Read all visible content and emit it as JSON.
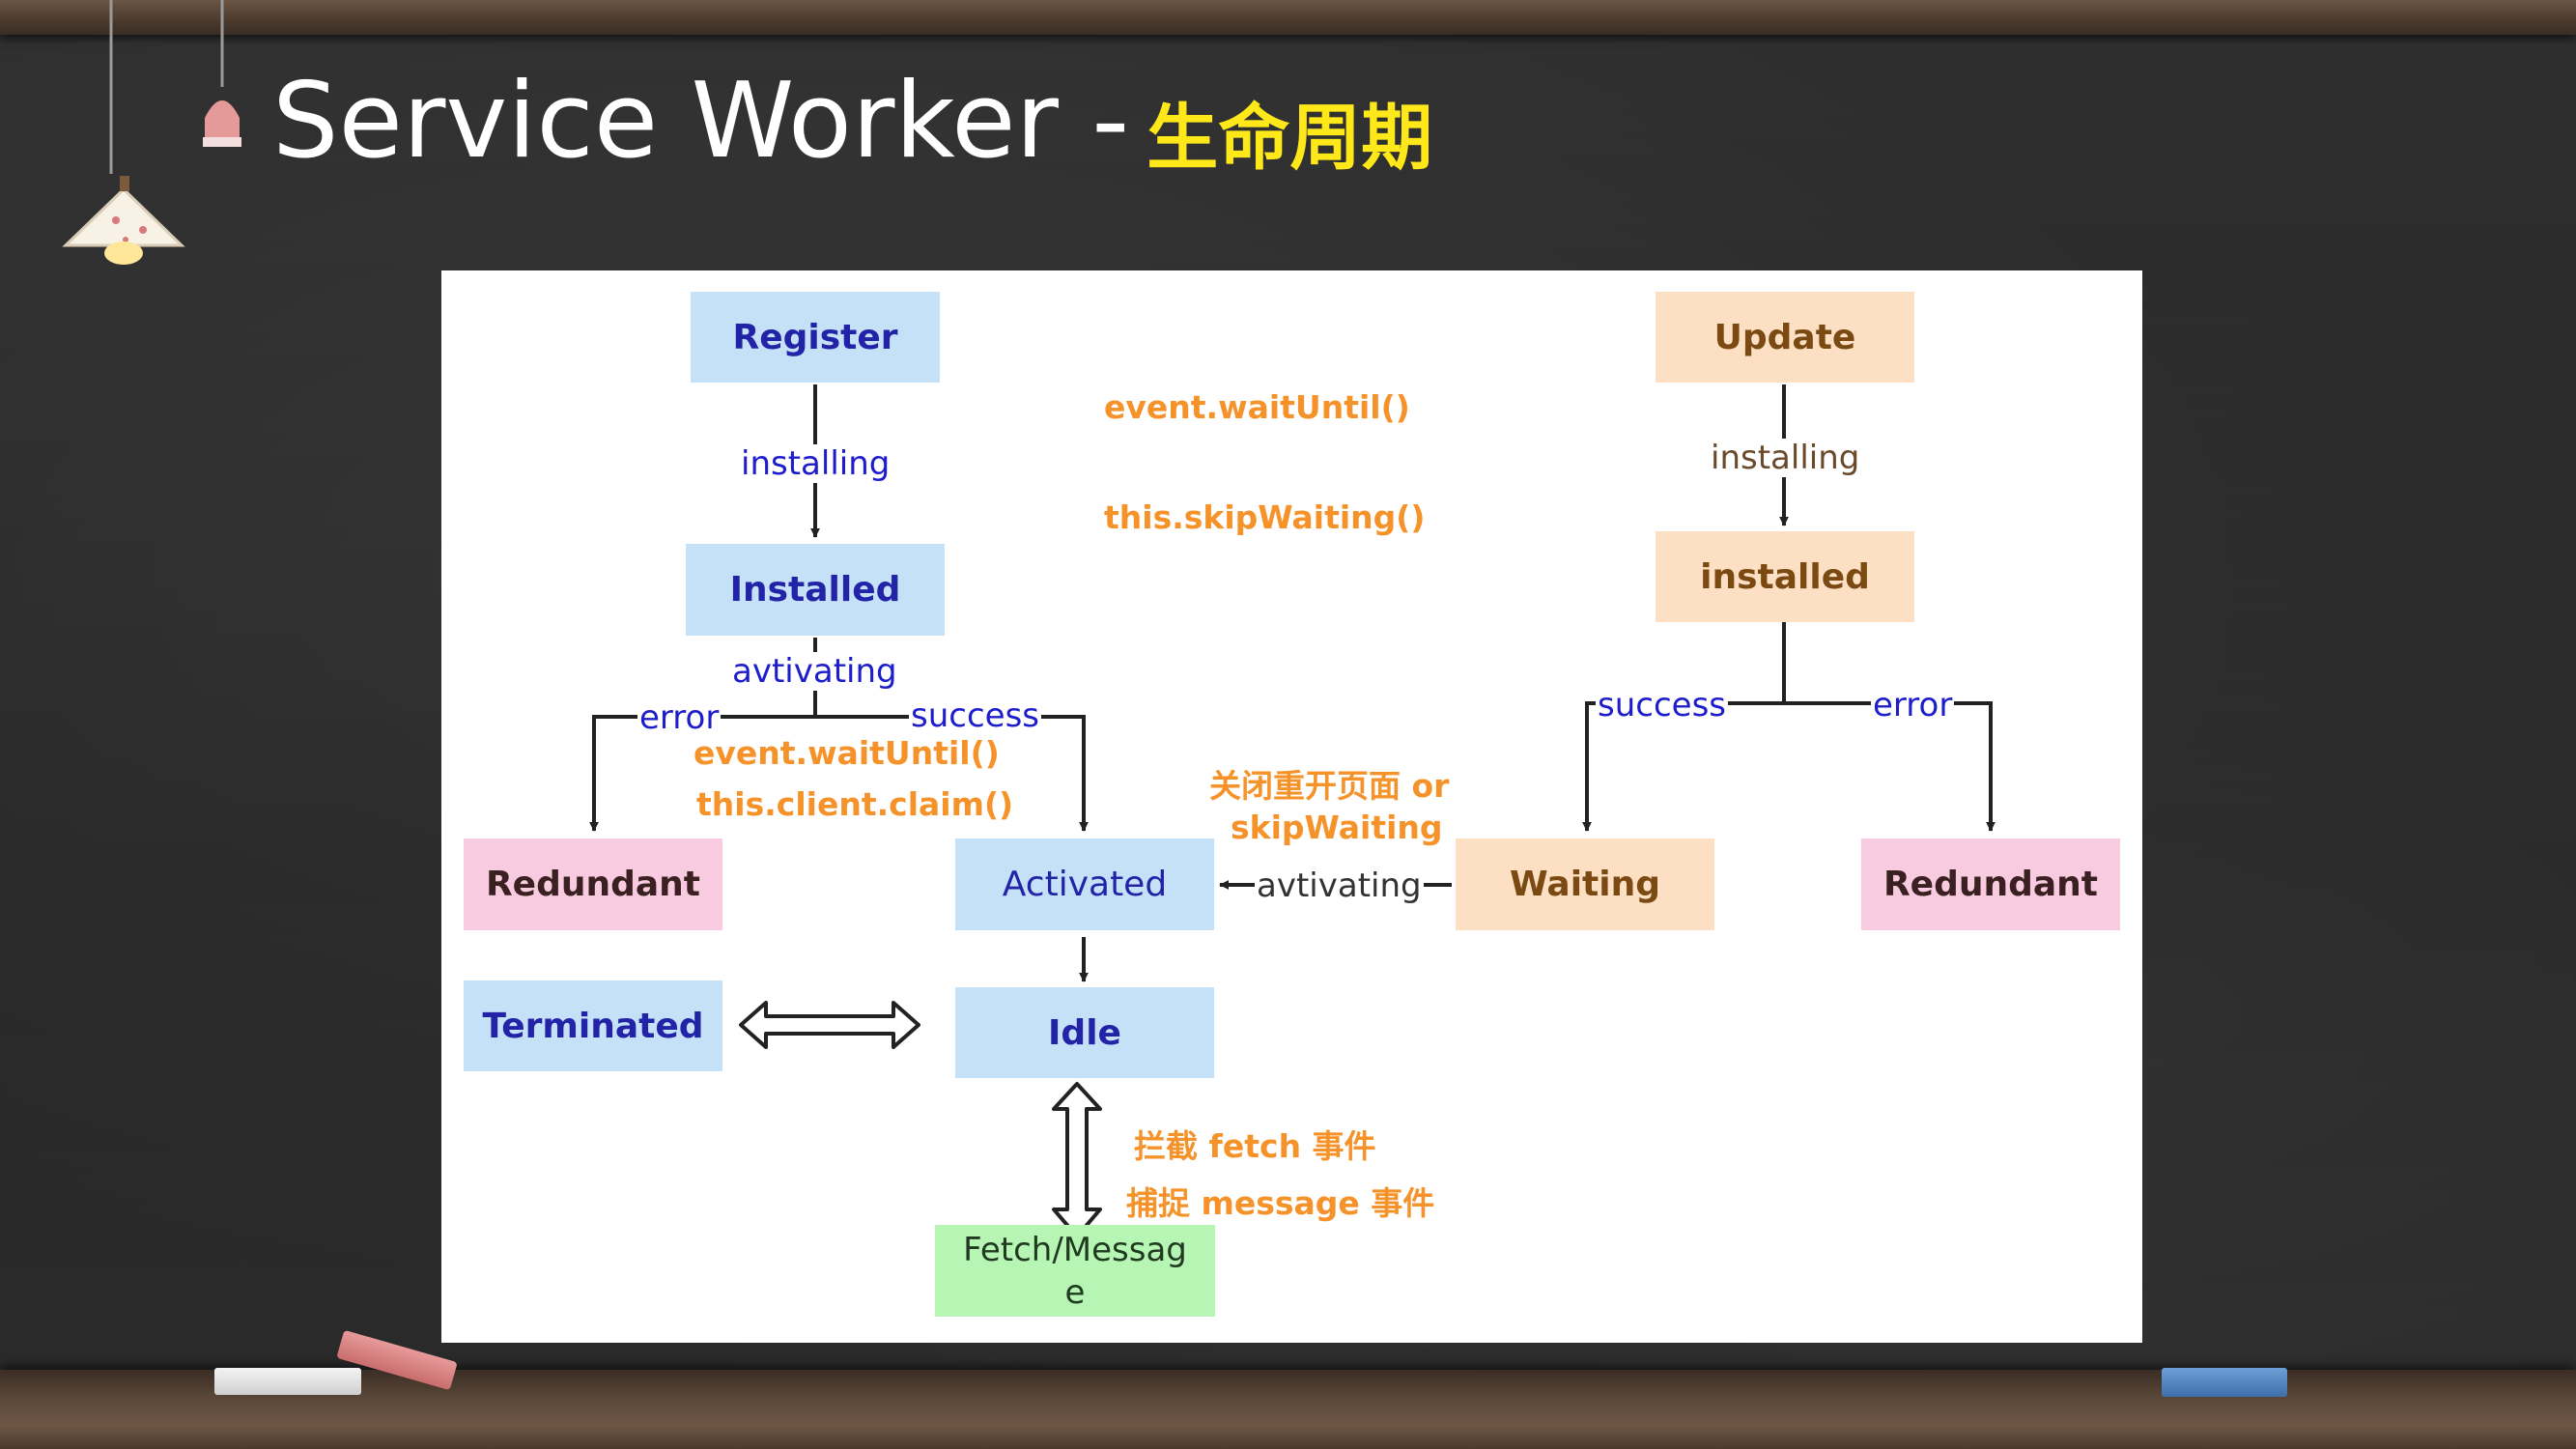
{
  "title": {
    "main": "Service Worker -",
    "zh": "生命周期"
  },
  "colors": {
    "blue_box": "#c5e1f7",
    "peach_box": "#fde0c4",
    "pink_box": "#f9cbe0",
    "green_box": "#b7f5b5",
    "note_orange": "#f5932a",
    "title_yellow": "#ffe81a"
  },
  "nodes": {
    "register": "Register",
    "installed_left": "Installed",
    "redundant_left": "Redundant",
    "activated": "Activated",
    "terminated": "Terminated",
    "idle": "Idle",
    "fetch_message": "Fetch/Messag\ne",
    "update": "Update",
    "installed_right": "installed",
    "waiting": "Waiting",
    "redundant_right": "Redundant"
  },
  "edge_labels": {
    "installing_left": "installing",
    "avtivating_left": "avtivating",
    "error_left": "error",
    "success_left": "success",
    "installing_right": "installing",
    "success_right": "success",
    "error_right": "error",
    "avtivating_right": "avtivating"
  },
  "notes": {
    "wait_until_top": "event.waitUntil()",
    "skip_waiting": "this.skipWaiting()",
    "wait_until_mid": "event.waitUntil()",
    "client_claim": "this.client.claim()",
    "close_reopen": "关闭重开页面 or",
    "skip_waiting_short": "skipWaiting",
    "intercept_fetch": "拦截 fetch 事件",
    "capture_message": "捕捉 message 事件"
  },
  "icons": [
    "lamp-icon",
    "double-arrow-horizontal-icon",
    "double-arrow-vertical-icon"
  ]
}
